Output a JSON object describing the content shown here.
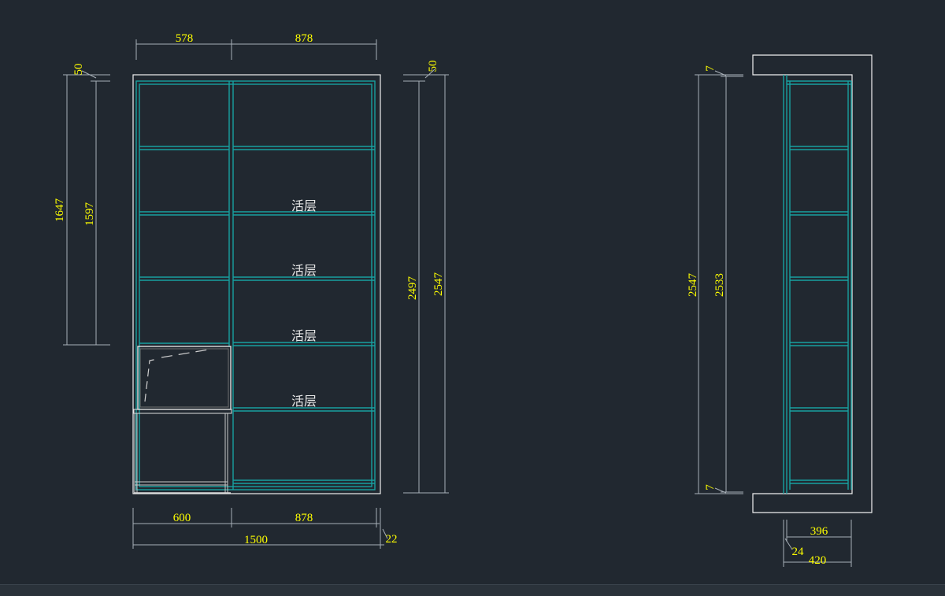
{
  "front_view": {
    "top_dims": [
      "578",
      "878"
    ],
    "top_offset": "50",
    "left_dims": [
      "1647",
      "1597"
    ],
    "right_dims": [
      "2497",
      "2547"
    ],
    "right_offset": "50",
    "bottom_dims": [
      "600",
      "878"
    ],
    "overall_width": "1500",
    "side_gap": "22",
    "shelf_labels": [
      "活层",
      "活层",
      "活层",
      "活层"
    ]
  },
  "side_view": {
    "top_offset": "7",
    "bottom_offset": "7",
    "height_dims": [
      "2547",
      "2533"
    ],
    "depth_inner": "396",
    "depth_gap": "24",
    "depth_total": "420"
  }
}
